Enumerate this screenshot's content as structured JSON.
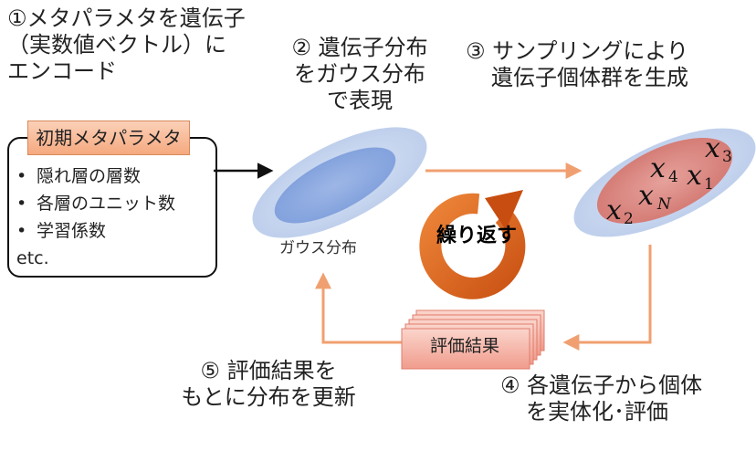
{
  "steps": {
    "step1": [
      "①メタパラメタを遺伝子",
      "（実数値ベクトル）に",
      "エンコード"
    ],
    "step2": [
      "②  遺伝子分布",
      "をガウス分布",
      "で表現"
    ],
    "step3": [
      "③  サンプリングにより",
      "遺伝子個体群を生成"
    ],
    "step4": [
      "④ 各遺伝子から個体",
      "を実体化･評価"
    ],
    "step5": [
      "⑤ 評価結果を",
      "もとに分布を更新"
    ]
  },
  "meta_params": {
    "title": "初期メタパラメタ",
    "bullet": "•",
    "items": [
      "隠れ層の層数",
      "各層のユニット数",
      "学習係数"
    ],
    "etc": "etc."
  },
  "gaussian_label": "ガウス分布",
  "repeat_label": "繰り返す",
  "result_label": "評価結果",
  "individuals": [
    {
      "var": "x",
      "sub": "4"
    },
    {
      "var": "x",
      "sub": "3"
    },
    {
      "var": "x",
      "sub": "1"
    },
    {
      "var": "x",
      "sub": "2"
    },
    {
      "var": "x",
      "sub": "N"
    }
  ],
  "colors": {
    "arrow_orange": "#f0a070",
    "ellipse_outer": "#c7d6ef",
    "ellipse_inner": "#8fabe0",
    "sample_inner": "#d98883",
    "cycle_orange": "#e0621a",
    "param_title_bg": "#f5a97f",
    "result_bg": "#f6b3a6"
  }
}
